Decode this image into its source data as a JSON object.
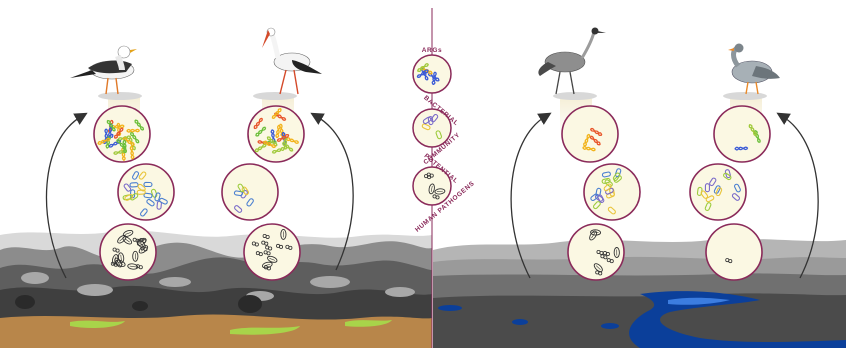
{
  "colors": {
    "circle_border": "#8a2a5a",
    "circle_fill": "#fbf8e3",
    "divider": "#8a2a5a",
    "arrow": "#333333",
    "water": "#0b3f9a",
    "landfill_dirt": "#b8864a",
    "toxic_green": "#a8d44a"
  },
  "legend": {
    "args": "ARGs",
    "bacterial_1": "BACTERIAL",
    "bacterial_2": "COMMUNITY",
    "pathogens_1": "POTENTIAL",
    "pathogens_2": "HUMAN PATHOGENS"
  },
  "panels": [
    {
      "scene": "landfill",
      "birds": [
        "gull-icon",
        "white-stork-icon"
      ]
    },
    {
      "scene": "natural-wetland",
      "birds": [
        "common-crane-icon",
        "greylag-goose-icon"
      ]
    }
  ]
}
